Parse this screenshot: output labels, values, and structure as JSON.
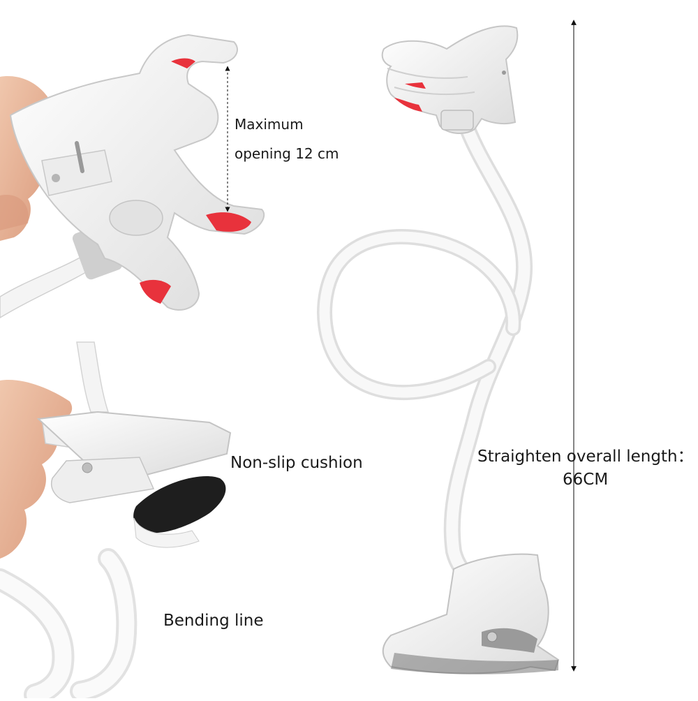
{
  "labels": {
    "max_opening_line1": "Maximum",
    "max_opening_line2": "opening 12 cm",
    "cushion": "Non-slip cushion",
    "bending": "Bending line",
    "overall_length_line1": "Straighten overall length：",
    "overall_length_line2": "66CM"
  },
  "colors": {
    "plastic": "#f3f3f3",
    "pad": "#e8323c",
    "cushion": "#1e1e1e",
    "skin": "#e8b89c"
  }
}
